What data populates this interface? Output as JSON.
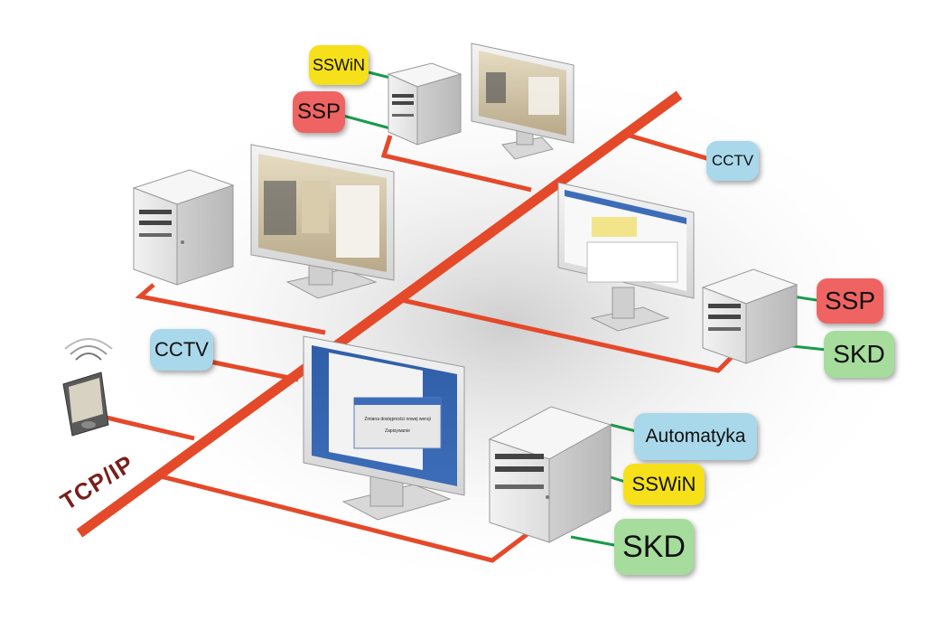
{
  "network_label": "TCP/IP",
  "colors": {
    "line": "#e4492a",
    "link": "#1a9a4a",
    "yellow": "#f5e01a",
    "red": "#ef6462",
    "blue": "#a9d8ea",
    "green": "#a6dc9c"
  },
  "tags": {
    "sswin_top": "SSWiN",
    "ssp_top": "SSP",
    "cctv_top_right": "CCTV",
    "ssp_right": "SSP",
    "skd_right": "SKD",
    "cctv_left": "CCTV",
    "automatyka": "Automatyka",
    "sswin_bottom": "SSWiN",
    "skd_bottom": "SKD"
  },
  "dialog_text": {
    "line1": "Zmiana dostępności nowej wersji",
    "line2": "Zapisywanie"
  }
}
